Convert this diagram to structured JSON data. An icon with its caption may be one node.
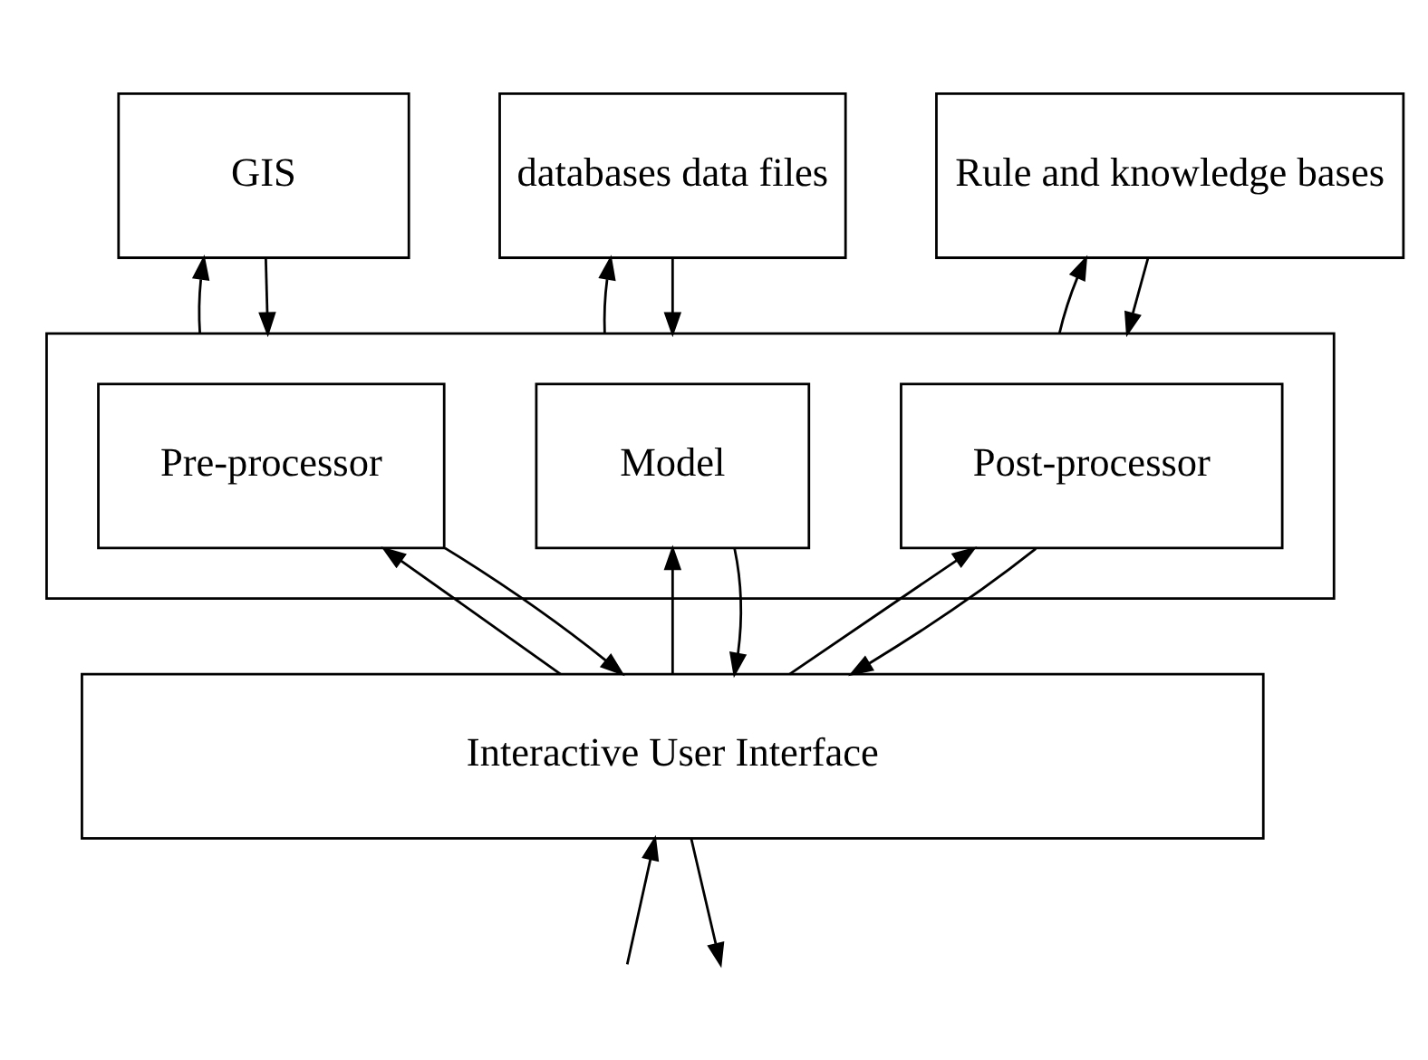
{
  "diagram": {
    "nodes": [
      {
        "text": [
          "GIS"
        ]
      },
      {
        "text": [
          "databases data files"
        ]
      },
      {
        "text": [
          "Rule and knowledge bases"
        ]
      },
      {
        "text": [],
        "shape": "box"
      },
      {
        "text": [
          "Pre-processor"
        ],
        "in": 3
      },
      {
        "text": [
          "Model"
        ],
        "in": 3
      },
      {
        "text": [
          "Post-processor"
        ],
        "in": 3
      },
      {
        "text": [
          "Interactive User Interface"
        ]
      }
    ],
    "edges": [
      {
        "from": 0,
        "to": 3,
        "arrow": "to"
      },
      {
        "from": 3,
        "to": 0,
        "arrow": "to"
      },
      {
        "from": 1,
        "to": 3,
        "arrow": "to"
      },
      {
        "from": 3,
        "to": 1,
        "arrow": "to"
      },
      {
        "from": 2,
        "to": 3,
        "arrow": "to"
      },
      {
        "from": 3,
        "to": 2,
        "arrow": "to"
      },
      {
        "from": 7,
        "to": 4,
        "arrow": "to"
      },
      {
        "from": 4,
        "to": 7,
        "arrow": "to"
      },
      {
        "from": 7,
        "to": 5,
        "arrow": "to"
      },
      {
        "from": 5,
        "to": 7,
        "arrow": "to"
      },
      {
        "from": 7,
        "to": 6,
        "arrow": "to"
      },
      {
        "from": 6,
        "to": 7,
        "arrow": "to"
      },
      {
        "from": null,
        "to": 7,
        "arrow": "to"
      },
      {
        "from": 7,
        "to": null,
        "arrow": "to"
      }
    ]
  }
}
